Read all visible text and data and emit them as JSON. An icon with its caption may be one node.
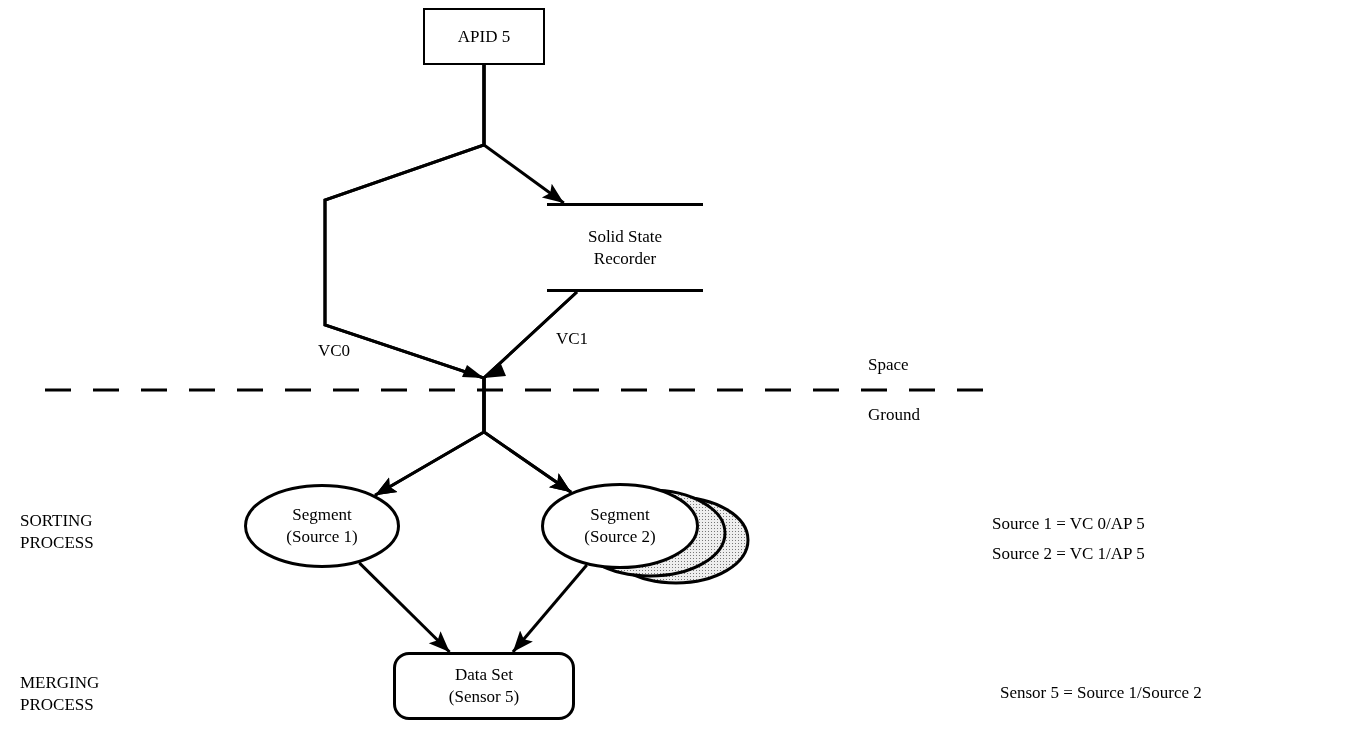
{
  "diagram": {
    "nodes": [
      {
        "text": [
          "APID 5"
        ]
      },
      {
        "text": [
          "Solid State Recorder"
        ]
      },
      {
        "text": [
          "Segment (Source 1)"
        ]
      },
      {
        "text": [
          "Segment (Source 2)"
        ]
      },
      {
        "text": [
          "Data Set (Sensor 5)"
        ]
      }
    ],
    "edges": [
      {
        "from": 0,
        "to": 1,
        "arrow": "to"
      },
      {
        "from": 0,
        "to": 2,
        "arrow": "to"
      },
      {
        "from": 0,
        "to": 3,
        "arrow": "to"
      },
      {
        "from": 1,
        "to": 2,
        "arrow": "to"
      },
      {
        "from": 1,
        "to": 3,
        "arrow": "to"
      },
      {
        "from": 2,
        "to": 4,
        "arrow": "to"
      },
      {
        "from": 3,
        "to": 4,
        "arrow": "to"
      }
    ],
    "labels": [
      "VC0",
      "VC1",
      "Space",
      "Ground",
      "SORTING PROCESS",
      "MERGING PROCESS",
      "Source 1 = VC 0/AP 5",
      "Source 2 = VC 1/AP 5",
      "Sensor 5 = Source 1/Source 2"
    ]
  }
}
